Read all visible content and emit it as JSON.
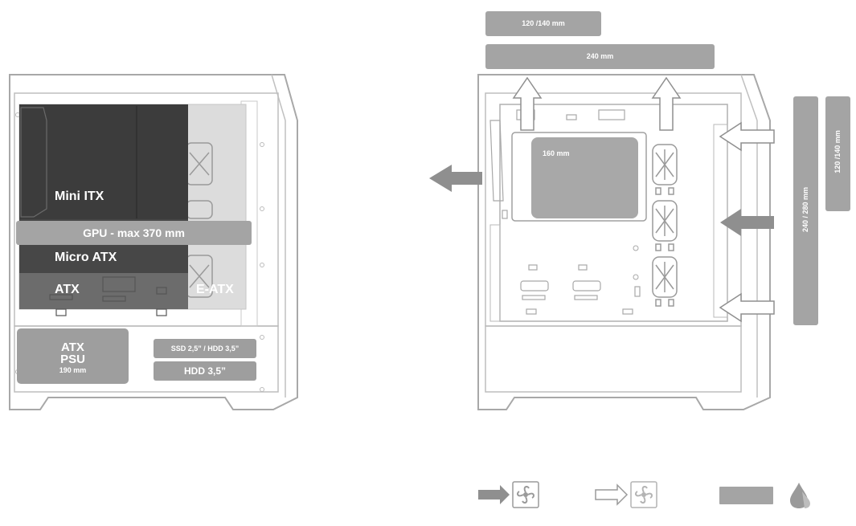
{
  "side_view": {
    "mb_labels": {
      "mini_itx": "Mini ITX",
      "micro_atx": "Micro ATX",
      "atx": "ATX",
      "e_atx": "E-ATX"
    },
    "gpu_label": "GPU - max 370 mm",
    "psu": {
      "line1": "ATX",
      "line2": "PSU",
      "size": "190 mm"
    },
    "storage": {
      "top": "SSD 2,5” / HDD 3,5”",
      "bottom": "HDD 3,5”"
    }
  },
  "front_view": {
    "top_fan_small": "120 /140 mm",
    "top_fan_large": "240 mm",
    "cpu_cooler": "160 mm",
    "front_rad_large": "240 / 280 mm",
    "front_rad_small": "120 /140 mm"
  },
  "legend": {
    "items": [
      {
        "icon": "intake-fan-icon"
      },
      {
        "icon": "exhaust-fan-icon"
      },
      {
        "icon": "radiator-icon"
      },
      {
        "icon": "water-drop-icon"
      }
    ]
  },
  "colors": {
    "outline": "#a8a8a8",
    "label_gray": "#9e9e9e",
    "dark_board": "#3c3c3c",
    "arrow_gray": "#8f8f8f"
  }
}
